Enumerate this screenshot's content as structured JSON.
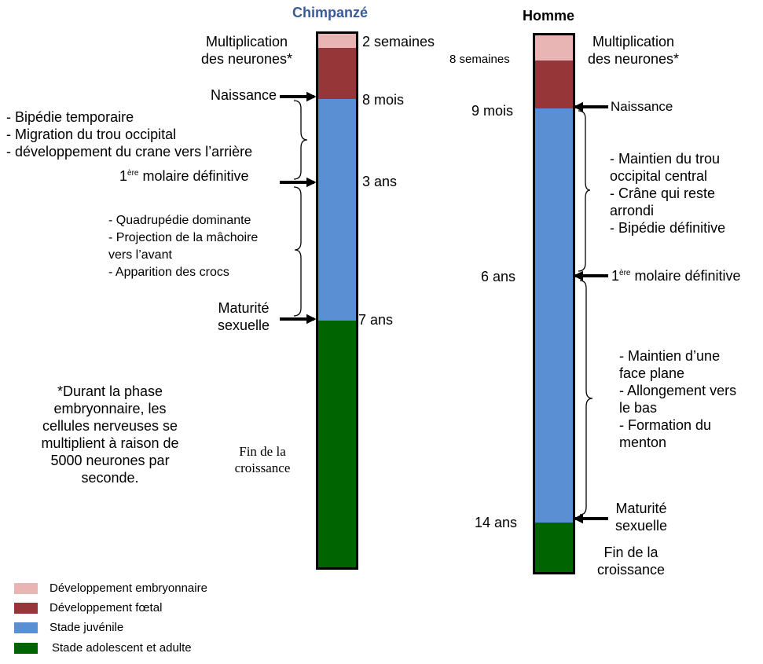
{
  "colors": {
    "embryo": "#e8b4b4",
    "fetal": "#963638",
    "juvenile": "#5a8fd4",
    "adult": "#006400",
    "chimp_title": "#3a5a9a"
  },
  "chimp": {
    "title": "Chimpanzé",
    "multiplication_line1": "Multiplication",
    "multiplication_line2": "des neurones*",
    "age_2w": "2 semaines",
    "birth": "Naissance",
    "age_8m": "8 mois",
    "traits1": [
      "- Bipédie temporaire",
      "- Migration du trou occipital",
      "- développement du crane vers l’arrière"
    ],
    "molar_prefix": "1",
    "molar_sup": "ère",
    "molar_suffix": " molaire définitive",
    "age_3y": "3 ans",
    "traits2": [
      "- Quadrupédie dominante",
      "- Projection de la mâchoire",
      "vers l’avant",
      "- Apparition des crocs"
    ],
    "maturity_line1": "Maturité",
    "maturity_line2": "sexuelle",
    "age_7y": "7 ans",
    "growth_end_line1": "Fin de la",
    "growth_end_line2": "croissance"
  },
  "human": {
    "title": "Homme",
    "multiplication_line1": "Multiplication",
    "multiplication_line2": "des neurones*",
    "age_8w": "8 semaines",
    "birth": "Naissance",
    "age_9m": "9 mois",
    "traits1": [
      "- Maintien du trou",
      "occipital central",
      "- Crâne qui reste",
      "arrondi",
      "- Bipédie définitive"
    ],
    "age_6y": "6 ans",
    "molar_prefix": "1",
    "molar_sup": "ère",
    "molar_suffix": " molaire définitive",
    "traits2": [
      "- Maintien d’une",
      "face plane",
      "- Allongement vers",
      "le bas",
      "- Formation du",
      "menton"
    ],
    "maturity_line1": "Maturité",
    "maturity_line2": "sexuelle",
    "age_14y": "14 ans",
    "growth_end_line1": "Fin de la",
    "growth_end_line2": "croissance"
  },
  "note": [
    "*Durant la phase",
    "embryonnaire, les",
    "cellules nerveuses se",
    "multiplient à raison de",
    "5000 neurones par",
    "seconde."
  ],
  "legend": [
    {
      "label": "Développement embryonnaire",
      "color": "#e8b4b4"
    },
    {
      "label": "Développement fœtal",
      "color": "#963638"
    },
    {
      "label": "Stade juvénile",
      "color": "#5a8fd4"
    },
    {
      "label": "Stade adolescent et adulte",
      "color": "#006400"
    }
  ]
}
